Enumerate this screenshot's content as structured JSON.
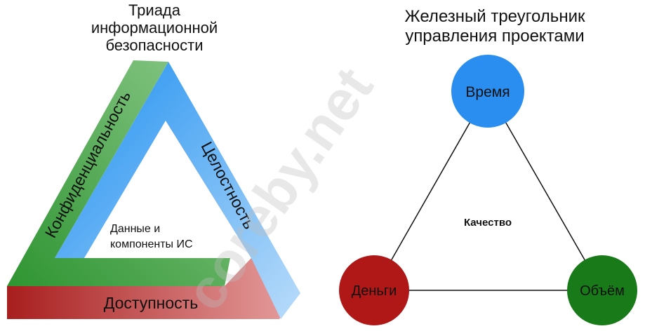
{
  "cia_triad": {
    "title_lines": [
      "Триада",
      "информационной",
      "безопасности"
    ],
    "sides": {
      "confidentiality": "Конфиденциальность",
      "integrity": "Целостность",
      "availability": "Доступность"
    },
    "center_lines": [
      "Данные и",
      "компоненты ИС"
    ],
    "colors": {
      "green": "#3a9a3f",
      "blue": "#3fa0ee",
      "red": "#b52525"
    }
  },
  "iron_triangle": {
    "title_lines": [
      "Железный треугольник",
      "управления проектами"
    ],
    "center": "Качество",
    "nodes": {
      "time": {
        "label": "Время",
        "color": "#2a8ef0"
      },
      "money": {
        "label": "Деньги",
        "color": "#b01818"
      },
      "scope": {
        "label": "Объём",
        "color": "#187a18"
      }
    }
  },
  "watermark": "coreby.net"
}
